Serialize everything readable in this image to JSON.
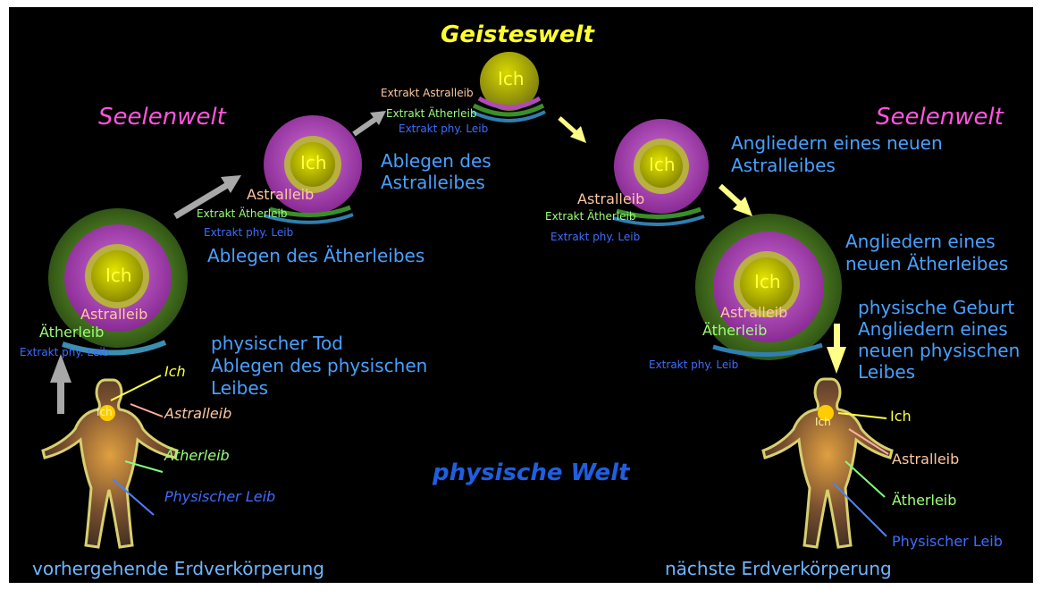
{
  "colors": {
    "background": "#000000",
    "text_blue": "#4aa0ff",
    "ich_yellow": "#ffff40",
    "astral_peach": "#ffc8a0",
    "aether_green": "#9cff7a",
    "phy_blue": "#3f6cff",
    "seelenwelt_magenta": "#ff55dd",
    "geisteswelt_yellow": "#ffff30",
    "astral_ring_purple": "#b04ab8",
    "aether_ring_green": "#3a6b1a"
  },
  "realms": {
    "geisteswelt": "Geisteswelt",
    "seelenwelt_left": "Seelenwelt",
    "seelenwelt_right": "Seelenwelt",
    "physische_welt": "physische Welt"
  },
  "stages": {
    "stage1": {
      "ich": "Ich",
      "astralleib": "Astralleib",
      "aetherleib": "Ätherleib",
      "extrakt_phy": "Extrakt phy. Leib",
      "caption": [
        "physischer Tod",
        "Ablegen des physischen",
        "Leibes"
      ]
    },
    "stage2": {
      "ich": "Ich",
      "astralleib": "Astralleib",
      "extrakt_aether": "Extrakt Ätherleib",
      "extrakt_phy": "Extrakt phy. Leib",
      "caption": "Ablegen des Ätherleibes"
    },
    "stage3": {
      "ich": "Ich",
      "extrakt_astral": "Extrakt Astralleib",
      "extrakt_aether": "Extrakt Ätherleib",
      "extrakt_phy": "Extrakt phy. Leib",
      "caption": [
        "Ablegen des",
        "Astralleibes"
      ]
    },
    "stage4": {
      "ich": "Ich",
      "astralleib": "Astralleib",
      "extrakt_aether": "Extrakt Ätherleib",
      "extrakt_phy": "Extrakt phy. Leib",
      "caption": [
        "Angliedern eines neuen",
        "Astralleibes"
      ]
    },
    "stage5": {
      "ich": "Ich",
      "astralleib": "Astralleib",
      "aetherleib": "Ätherleib",
      "extrakt_phy": "Extrakt phy. Leib",
      "caption": [
        "Angliedern eines",
        "neuen Ätherleibes"
      ]
    }
  },
  "birth_caption": [
    "physische Geburt",
    "Angliedern eines",
    "neuen physischen",
    "Leibes"
  ],
  "figures": {
    "left": {
      "heart_label": "Ich",
      "ich": "Ich",
      "astralleib": "Astralleib",
      "aetherleib": "Ätherleib",
      "physischer_leib": "Physischer Leib",
      "caption": "vorhergehende Erdverkörperung"
    },
    "right": {
      "heart_label": "Ich",
      "ich": "Ich",
      "astralleib": "Astralleib",
      "aetherleib": "Ätherleib",
      "physischer_leib": "Physischer Leib",
      "caption": "nächste Erdverkörperung"
    }
  },
  "icons": {
    "arrows_gray": "arrow-icon",
    "arrows_yellow": "arrow-icon"
  }
}
